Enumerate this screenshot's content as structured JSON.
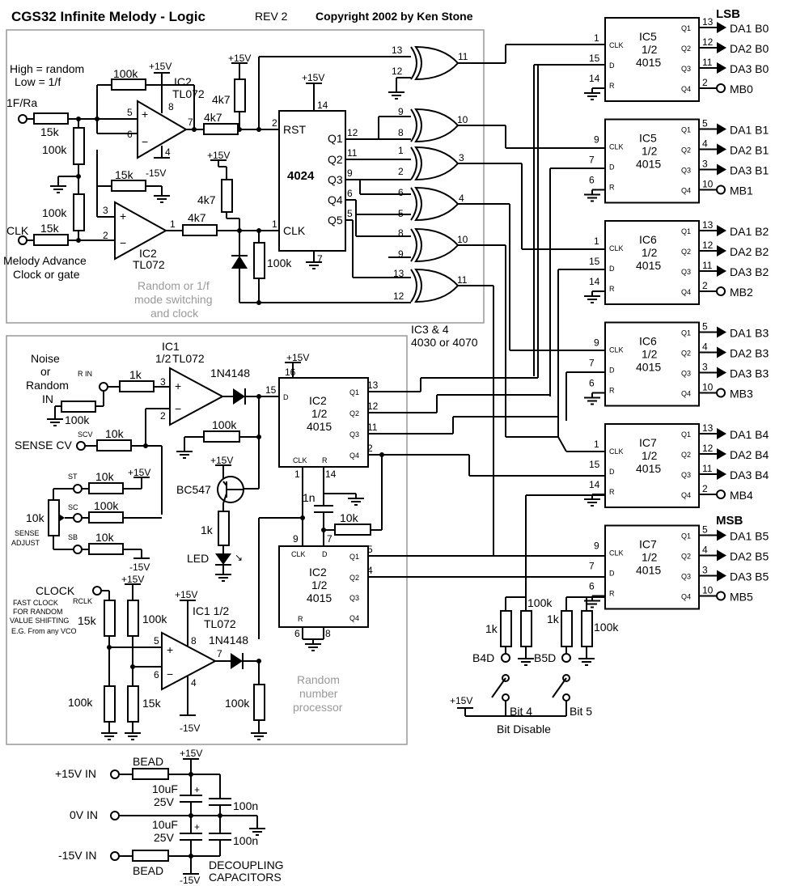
{
  "header": {
    "title": "CGS32  Infinite Melody - Logic",
    "rev": "REV 2",
    "copyright": "Copyright 2002 by Ken Stone"
  },
  "labels": {
    "lsb": "LSB",
    "msb": "MSB",
    "high_random": "High = random",
    "low_1f": "Low = 1/f",
    "in_1fra": "1F/Ra",
    "clk_in": "CLK",
    "melody_adv_1": "Melody Advance",
    "melody_adv_2": "Clock or gate",
    "random_mode_1": "Random or 1/f",
    "random_mode_2": "mode switching",
    "random_mode_3": "and clock",
    "ic34": "IC3 & 4",
    "ic34_type": "4030 or 4070",
    "noise_1": "Noise",
    "noise_2": "or",
    "noise_3": "Random",
    "noise_4": "IN",
    "r_in": "R IN",
    "sense_cv": "SENSE CV",
    "scv": "SCV",
    "st": "ST",
    "sc": "SC",
    "sb": "SB",
    "sense_adj_1": "SENSE",
    "sense_adj_2": "ADJUST",
    "clock_in": "CLOCK",
    "rclk": "RCLK",
    "fast_1": "FAST CLOCK",
    "fast_2": "FOR RANDOM",
    "fast_3": "VALUE SHIFTING",
    "fast_4": "E.G. From any VCO",
    "rnp_1": "Random",
    "rnp_2": "number",
    "rnp_3": "processor",
    "led": "LED",
    "bc547": "BC547",
    "b4d": "B4D",
    "b5d": "B5D",
    "bit4": "Bit 4",
    "bit5": "Bit 5",
    "bit_disable": "Bit Disable",
    "p15_in": "+15V IN",
    "zero_in": "0V IN",
    "m15_in": "-15V IN",
    "bead": "BEAD",
    "decoupling_1": "DECOUPLING",
    "decoupling_2": "CAPACITORS",
    "cap_uf": "10uF",
    "cap_v": "25V",
    "cap_n": "100n",
    "plus15": "+15V",
    "minus15": "-15V",
    "plus": "+",
    "minus": "−"
  },
  "values": {
    "r15k": "15k",
    "r100k": "100k",
    "r4k7": "4k7",
    "r1k": "1k",
    "r10k": "10k",
    "c1n": "1n",
    "diode": "1N4148"
  },
  "opamps": {
    "ic2": "IC2",
    "tl072": "TL072",
    "ic1": "IC1",
    "half": "1/2",
    "ic1half": "IC1 1/2"
  },
  "counter_4024": {
    "name": "4024",
    "rst": "RST",
    "clk": "CLK",
    "pins": [
      "Q1",
      "Q2",
      "Q3",
      "Q4",
      "Q5"
    ]
  },
  "shift_ics": [
    {
      "name": "IC5",
      "half": "1/2",
      "type": "4015",
      "pin_clk": "1",
      "pin_d": "15",
      "pin_r": "14",
      "outs": [
        {
          "pin": "13",
          "label": "DA1 B0"
        },
        {
          "pin": "12",
          "label": "DA2 B0"
        },
        {
          "pin": "11",
          "label": "DA3 B0"
        },
        {
          "pin": "2",
          "label": "MB0"
        }
      ]
    },
    {
      "name": "IC5",
      "half": "1/2",
      "type": "4015",
      "pin_clk": "9",
      "pin_d": "7",
      "pin_r": "6",
      "outs": [
        {
          "pin": "5",
          "label": "DA1 B1"
        },
        {
          "pin": "4",
          "label": "DA2 B1"
        },
        {
          "pin": "3",
          "label": "DA3 B1"
        },
        {
          "pin": "10",
          "label": "MB1"
        }
      ]
    },
    {
      "name": "IC6",
      "half": "1/2",
      "type": "4015",
      "pin_clk": "1",
      "pin_d": "15",
      "pin_r": "14",
      "outs": [
        {
          "pin": "13",
          "label": "DA1 B2"
        },
        {
          "pin": "12",
          "label": "DA2 B2"
        },
        {
          "pin": "11",
          "label": "DA3 B2"
        },
        {
          "pin": "2",
          "label": "MB2"
        }
      ]
    },
    {
      "name": "IC6",
      "half": "1/2",
      "type": "4015",
      "pin_clk": "9",
      "pin_d": "7",
      "pin_r": "6",
      "outs": [
        {
          "pin": "5",
          "label": "DA1 B3"
        },
        {
          "pin": "4",
          "label": "DA2 B3"
        },
        {
          "pin": "3",
          "label": "DA3 B3"
        },
        {
          "pin": "10",
          "label": "MB3"
        }
      ]
    },
    {
      "name": "IC7",
      "half": "1/2",
      "type": "4015",
      "pin_clk": "1",
      "pin_d": "15",
      "pin_r": "14",
      "outs": [
        {
          "pin": "13",
          "label": "DA1 B4"
        },
        {
          "pin": "12",
          "label": "DA2 B4"
        },
        {
          "pin": "11",
          "label": "DA3 B4"
        },
        {
          "pin": "2",
          "label": "MB4"
        }
      ]
    },
    {
      "name": "IC7",
      "half": "1/2",
      "type": "4015",
      "pin_clk": "9",
      "pin_d": "7",
      "pin_r": "6",
      "outs": [
        {
          "pin": "5",
          "label": "DA1 B5"
        },
        {
          "pin": "4",
          "label": "DA2 B5"
        },
        {
          "pin": "3",
          "label": "DA3 B5"
        },
        {
          "pin": "10",
          "label": "MB5"
        }
      ]
    }
  ],
  "pin_labels": {
    "q1": "Q1",
    "q2": "Q2",
    "q3": "Q3",
    "q4": "Q4",
    "clk": "CLK",
    "d": "D",
    "r": "R"
  },
  "xor_gates": [
    {
      "in1": "13",
      "in2": "12",
      "out": "11"
    },
    {
      "in1": "9",
      "in2": "8",
      "out": "10"
    },
    {
      "in1": "1",
      "in2": "2",
      "out": "3"
    },
    {
      "in1": "6",
      "in2": "5",
      "out": "4"
    },
    {
      "in1": "8",
      "in2": "9",
      "out": "10"
    },
    {
      "in1": "13",
      "in2": "12",
      "out": "11"
    }
  ],
  "ic2_4015": {
    "upper": {
      "name": "IC2",
      "half": "1/2",
      "type": "4015",
      "pins": {
        "vdd": "16",
        "d": "15",
        "clk": "1",
        "r": "14",
        "q1": "13",
        "q2": "12",
        "q3": "11",
        "q4": "2"
      }
    },
    "lower": {
      "name": "IC2",
      "half": "1/2",
      "type": "4015",
      "pins": {
        "clk": "9",
        "d": "7",
        "q1": "5",
        "q2": "4",
        "r": "6",
        "gnd": "8"
      }
    }
  },
  "pin_numbers": {
    "p5": "5",
    "p6": "6",
    "p7": "7",
    "p8": "8",
    "p4": "4",
    "p3": "3",
    "p2": "2",
    "p1": "1",
    "p14": "14",
    "p16": "16",
    "p15": "15"
  }
}
